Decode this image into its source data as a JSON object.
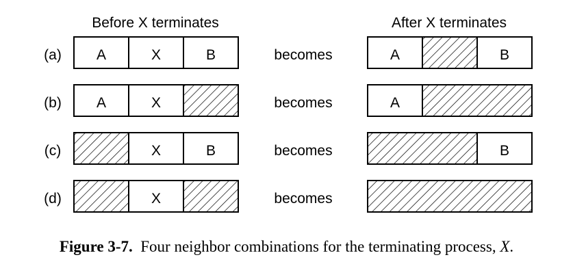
{
  "headers": {
    "before": "Before X terminates",
    "after": "After X terminates"
  },
  "rows": [
    {
      "label": "(a)",
      "connector": "becomes",
      "before": [
        {
          "text": "A",
          "hatched": false
        },
        {
          "text": "X",
          "hatched": false
        },
        {
          "text": "B",
          "hatched": false
        }
      ],
      "after": [
        {
          "text": "A",
          "hatched": false,
          "span": 1
        },
        {
          "text": "",
          "hatched": true,
          "span": 1
        },
        {
          "text": "B",
          "hatched": false,
          "span": 1
        }
      ]
    },
    {
      "label": "(b)",
      "connector": "becomes",
      "before": [
        {
          "text": "A",
          "hatched": false
        },
        {
          "text": "X",
          "hatched": false
        },
        {
          "text": "",
          "hatched": true
        }
      ],
      "after": [
        {
          "text": "A",
          "hatched": false,
          "span": 1
        },
        {
          "text": "",
          "hatched": true,
          "span": 2
        }
      ]
    },
    {
      "label": "(c)",
      "connector": "becomes",
      "before": [
        {
          "text": "",
          "hatched": true
        },
        {
          "text": "X",
          "hatched": false
        },
        {
          "text": "B",
          "hatched": false
        }
      ],
      "after": [
        {
          "text": "",
          "hatched": true,
          "span": 2
        },
        {
          "text": "B",
          "hatched": false,
          "span": 1
        }
      ]
    },
    {
      "label": "(d)",
      "connector": "becomes",
      "before": [
        {
          "text": "",
          "hatched": true
        },
        {
          "text": "X",
          "hatched": false
        },
        {
          "text": "",
          "hatched": true
        }
      ],
      "after": [
        {
          "text": "",
          "hatched": true,
          "span": 3
        }
      ]
    }
  ],
  "caption": {
    "label": "Figure 3-7.",
    "text": "Four neighbor combinations for the terminating process,",
    "variable": "X",
    "end": "."
  }
}
